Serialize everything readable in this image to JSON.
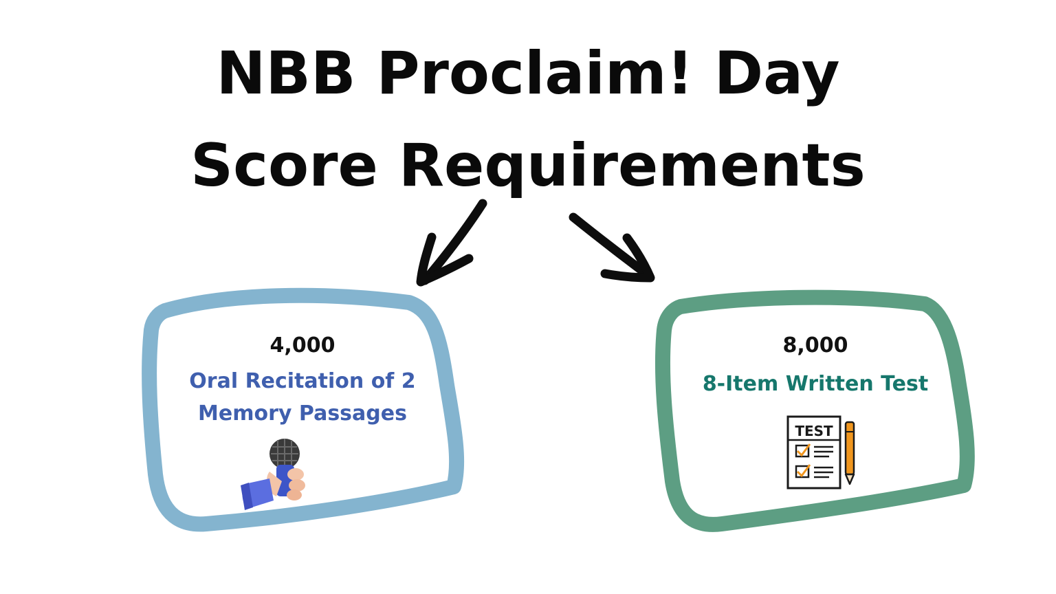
{
  "title": {
    "line1": "NBB Proclaim! Day",
    "line2": "Score Requirements"
  },
  "cards": [
    {
      "score": "4,000",
      "requirement_line1": "Oral Recitation of 2",
      "requirement_line2": "Memory Passages",
      "icon": "microphone-hand-icon",
      "border_color": "#84b4cf",
      "text_color": "#3f5fae"
    },
    {
      "score": "8,000",
      "requirement_line1": "8-Item Written Test",
      "icon": "test-sheet-icon",
      "border_color": "#5d9e83",
      "text_color": "#16776c"
    }
  ],
  "icon_labels": {
    "test_sheet": "TEST"
  }
}
